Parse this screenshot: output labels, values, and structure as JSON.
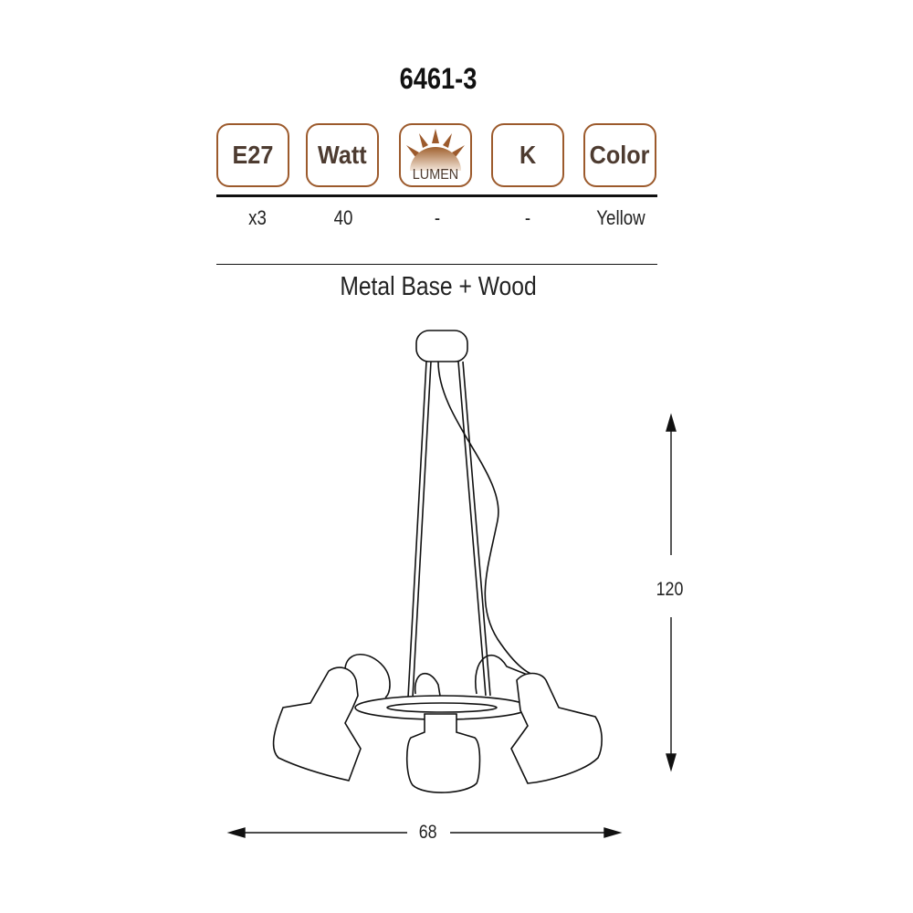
{
  "title": "6461-3",
  "specs": [
    {
      "icon": "socket-label",
      "label": "E27",
      "value": "x3"
    },
    {
      "icon": "watt-label",
      "label": "Watt",
      "value": "40"
    },
    {
      "icon": "lumen-sun-icon",
      "label": "LUMEN",
      "value": "-"
    },
    {
      "icon": "kelvin-label",
      "label": "K",
      "value": "-"
    },
    {
      "icon": "color-label",
      "label": "Color",
      "value": "Yellow"
    }
  ],
  "material": "Metal Base + Wood",
  "dimensions": {
    "height": "120",
    "width": "68"
  },
  "colors": {
    "accent": "#9c5a2c",
    "label_text": "#4d3b30"
  }
}
